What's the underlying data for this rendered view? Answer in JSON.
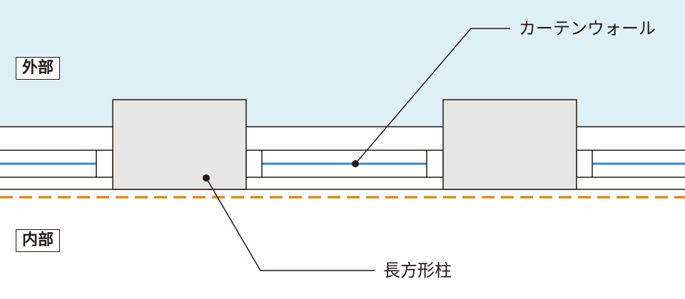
{
  "labels": {
    "exterior": "外部",
    "interior": "内部",
    "curtain_wall": "カーテンウォール",
    "rect_column": "長方形柱"
  },
  "colors": {
    "exterior_fill": "#def0f5",
    "line": "#231815",
    "column_fill": "#e6e6e6",
    "glass": "#3a86c8",
    "boundary_dash": "#d98c1a"
  }
}
